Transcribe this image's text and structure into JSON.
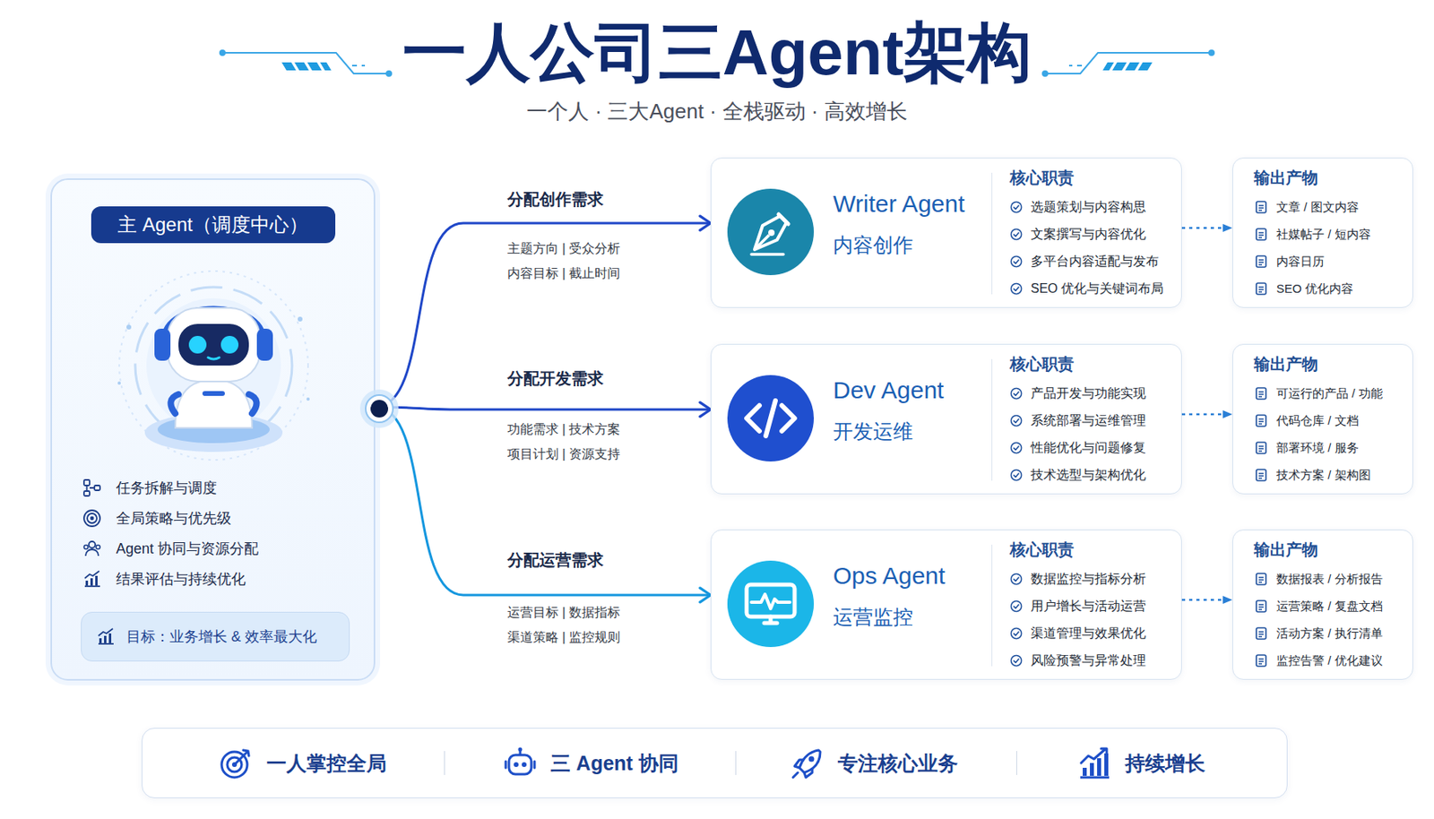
{
  "diagram": {
    "title": "一人公司三Agent架构",
    "caption": "一个人 · 三大Agent · 全栈驱动 · 高效增长",
    "nodes": [
      {
        "text": [
          "任务拆解与调度",
          "全局策略与优先级",
          "Agent 协同与资源分配",
          "结果评估与持续优化"
        ]
      },
      {
        "text": [
          "主 Agent（调度中心）"
        ],
        "in": 0
      },
      {
        "text": [
          "目标：业务增长 & 效率最大化"
        ],
        "in": 0
      },
      {
        "text": [
          "Writer Agent",
          "内容创作",
          "核心职责",
          "选题策划与内容构思",
          "文案撰写与内容优化",
          "多平台内容适配与发布",
          "SEO 优化与关键词布局"
        ]
      },
      {
        "text": [
          "输出产物",
          "文章 / 图文内容",
          "社媒帖子 / 短内容",
          "内容日历",
          "SEO 优化内容"
        ]
      },
      {
        "text": [
          "Dev Agent",
          "开发运维",
          "核心职责",
          "产品开发与功能实现",
          "系统部署与运维管理",
          "性能优化与问题修复",
          "技术选型与架构优化"
        ]
      },
      {
        "text": [
          "输出产物",
          "可运行的产品 / 功能",
          "代码仓库 / 文档",
          "部署环境 / 服务",
          "技术方案 / 架构图"
        ]
      },
      {
        "text": [
          "Ops Agent",
          "运营监控",
          "核心职责",
          "数据监控与指标分析",
          "用户增长与活动运营",
          "渠道管理与效果优化",
          "风险预警与异常处理"
        ]
      },
      {
        "text": [
          "输出产物",
          "数据报表 / 分析报告",
          "运营策略 / 复盘文档",
          "活动方案 / 执行清单",
          "监控告警 / 优化建议"
        ]
      },
      {
        "text": [
          "一人掌控全局",
          "三 Agent 协同",
          "专注核心业务",
          "持续增长"
        ]
      }
    ],
    "edges": [
      {
        "from": 0,
        "to": 3,
        "label": "分配创作需求",
        "arrow": "to"
      },
      {
        "from": 0,
        "to": 5,
        "label": "分配开发需求",
        "arrow": "to"
      },
      {
        "from": 0,
        "to": 7,
        "label": "分配运营需求",
        "arrow": "to"
      },
      {
        "from": 3,
        "to": 4,
        "arrow": "to"
      },
      {
        "from": 5,
        "to": 6,
        "arrow": "to"
      },
      {
        "from": 7,
        "to": 8,
        "arrow": "to"
      }
    ],
    "labels": [
      "主题方向 | 受众分析",
      "内容目标 | 截止时间",
      "功能需求 | 技术方案",
      "项目计划 | 资源支持",
      "运营目标 | 数据指标",
      "渠道策略 | 监控规则"
    ]
  }
}
